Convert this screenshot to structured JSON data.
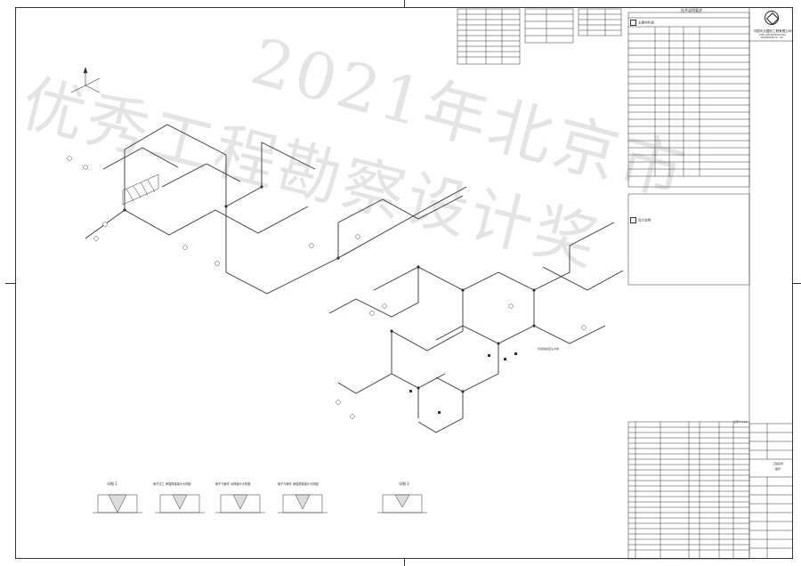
{
  "sheet": {
    "company_cn": "中国中元国际工程有限公司",
    "company_en": "CHINA IPPR INTERNATIONAL ENGINEERING CO., LTD.",
    "notes_title": "技术说明要求",
    "section_materials": "主要材料表",
    "section_notes": "设计说明",
    "scale_note": "比例 1:100",
    "project_line1": "工程名称",
    "project_line2": "图号",
    "welding_line": "管道焊接接头大样",
    "detail_labels": [
      "详图 1",
      "管子法兰 承插焊接接头大样图",
      "管子与管件 对焊接头大样图",
      "管子与管件 承插焊接接头大样图",
      "详图 2"
    ]
  },
  "watermark": {
    "line1": "2021年北京市",
    "line2": "优秀工程勘察设计奖"
  },
  "colors": {
    "line": "#333333",
    "watermark": "#8a8a8a",
    "paper": "#ffffff"
  }
}
